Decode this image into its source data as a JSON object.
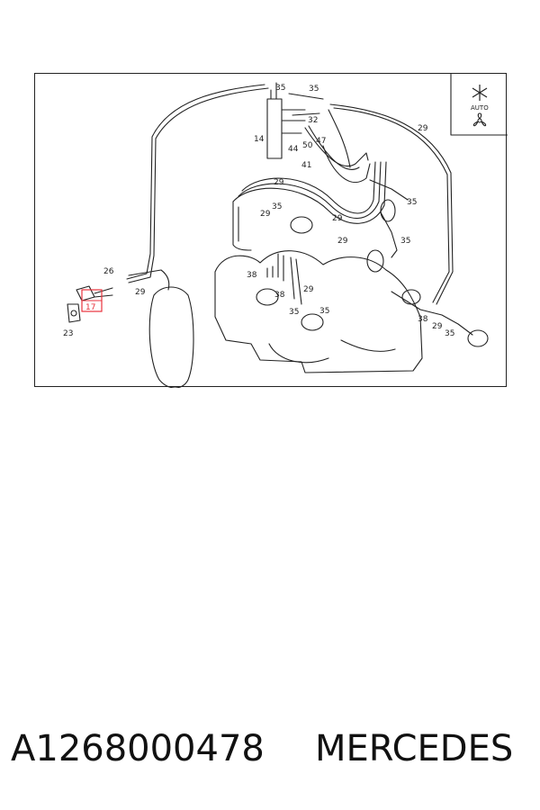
{
  "diagram": {
    "callouts": [
      "35",
      "35",
      "32",
      "14",
      "44",
      "50",
      "47",
      "41",
      "29",
      "29",
      "35",
      "29",
      "35",
      "29",
      "29",
      "35",
      "26",
      "29",
      "17",
      "38",
      "38",
      "29",
      "35",
      "35",
      "38",
      "29",
      "35",
      "23"
    ],
    "highlighted_callout": "17",
    "corner_symbol": {
      "label": "AUTO",
      "icons": [
        "snowflake-icon",
        "fan-icon"
      ]
    },
    "highlight_color": "#e8323c",
    "line_color": "#222222"
  },
  "caption": {
    "part_number": "A1268000478",
    "brand": "MERCEDES"
  }
}
